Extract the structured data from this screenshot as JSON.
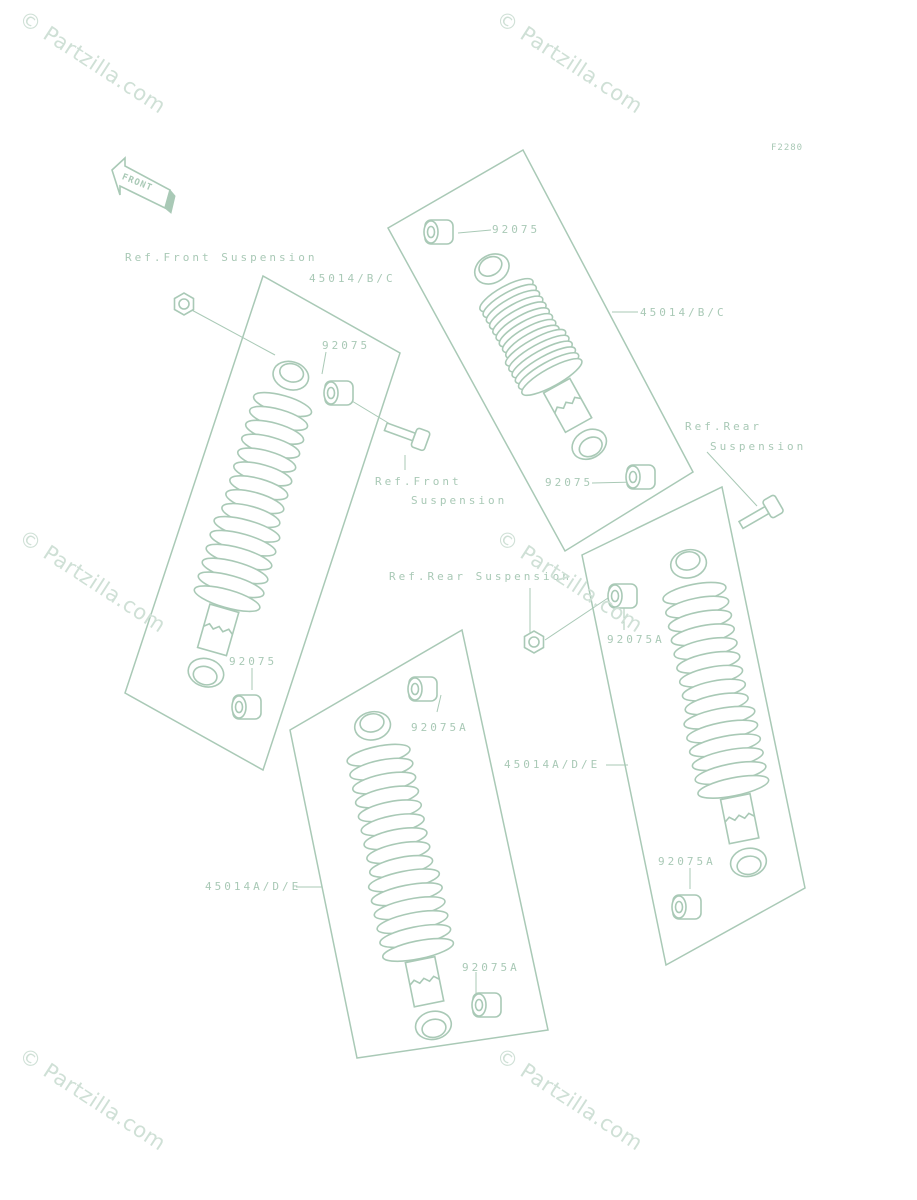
{
  "colors": {
    "ink": "#a9c9b6",
    "ink_dark": "#8fb39f",
    "watermark": "#cfe0d6",
    "background": "#ffffff"
  },
  "figure_code": "F2280",
  "front_badge": "FRONT",
  "watermark_text": "© Partzilla.com",
  "labels": {
    "front_ref": "Ref.Front Suspension",
    "front_ref_2_line1": "Ref.Front",
    "front_ref_2_line2": "Suspension",
    "rear_ref_line1": "Ref.Rear",
    "rear_ref_line2": "Suspension",
    "rear_ref_2": "Ref.Rear Suspension",
    "part_45014_bc_left": "45014/B/C",
    "part_45014_bc_right": "45014/B/C",
    "part_45014_ade_bottom": "45014A/D/E",
    "part_45014_ade_right": "45014A/D/E",
    "bushing_92075_left_top": "92075",
    "bushing_92075_left_bottom": "92075",
    "bushing_92075_right_top": "92075",
    "bushing_92075_right_bottom": "92075",
    "bushing_92075a_bottom_top": "92075A",
    "bushing_92075a_bottom_bottom": "92075A",
    "bushing_92075a_right_top": "92075A",
    "bushing_92075a_right_bottom": "92075A"
  }
}
